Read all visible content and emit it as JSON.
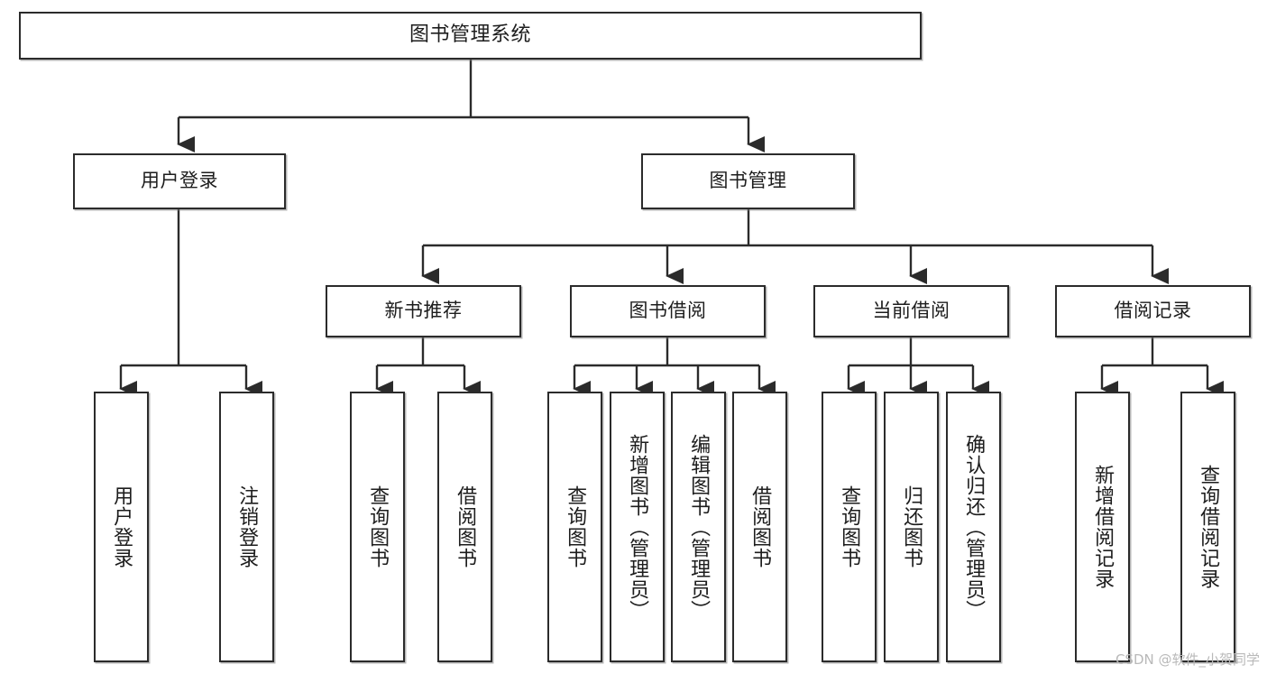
{
  "diagram": {
    "title": "图书管理系统",
    "type": "tree-hierarchy-chart",
    "stroke_color": "#2b2b2b",
    "background_color": "#ffffff",
    "nodes": {
      "root": {
        "label": "图书管理系统"
      },
      "level2": [
        {
          "label": "用户登录"
        },
        {
          "label": "图书管理"
        }
      ],
      "level3": [
        {
          "label": "新书推荐"
        },
        {
          "label": "图书借阅"
        },
        {
          "label": "当前借阅"
        },
        {
          "label": "借阅记录"
        }
      ],
      "leaves_user_login": [
        {
          "label": "用户登录"
        },
        {
          "label": "注销登录"
        }
      ],
      "leaves_new_book": [
        {
          "label": "查询图书"
        },
        {
          "label": "借阅图书"
        }
      ],
      "leaves_borrow": [
        {
          "label": "查询图书"
        },
        {
          "label": "新增图书（管理员）"
        },
        {
          "label": "编辑图书（管理员）"
        },
        {
          "label": "借阅图书"
        }
      ],
      "leaves_current": [
        {
          "label": "查询图书"
        },
        {
          "label": "归还图书"
        },
        {
          "label": "确认归还（管理员）"
        }
      ],
      "leaves_record": [
        {
          "label": "新增借阅记录"
        },
        {
          "label": "查询借阅记录"
        }
      ]
    }
  },
  "watermark": {
    "text": "CSDN @软件_小贺同学"
  }
}
